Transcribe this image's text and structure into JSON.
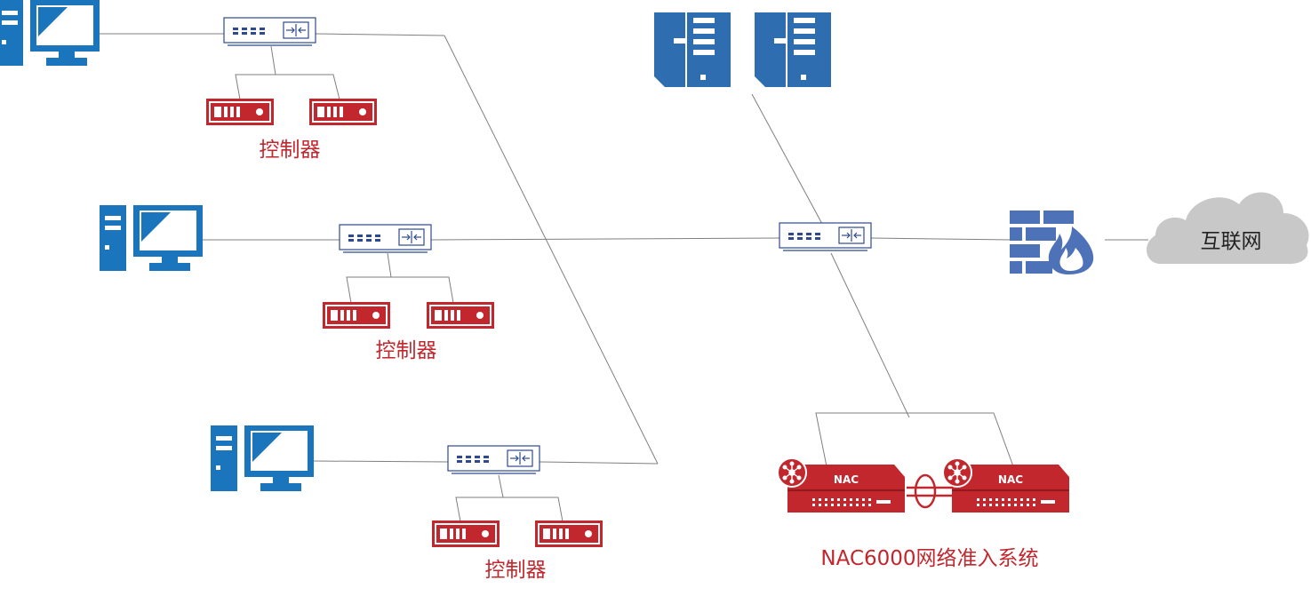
{
  "labels": {
    "controller": "控制器",
    "internet": "互联网",
    "nac_badge": "NAC",
    "nac_system": "NAC6000网络准入系统"
  },
  "colors": {
    "pc_blue": "#1B75BC",
    "server_blue": "#2E6DB0",
    "controller_red": "#C1272D",
    "nac_red": "#C1272D",
    "switch_stroke": "#2E4A8C",
    "firewall_blue": "#4E72B8",
    "cloud_gray": "#C8C8C8",
    "line_gray": "#7F7F7F",
    "label_red": "#C1272D",
    "label_black": "#222222"
  },
  "icons": [
    "pc-icon",
    "switch-icon",
    "controller-icon",
    "server-icon",
    "firewall-icon",
    "cloud-icon",
    "nac-appliance-icon",
    "link-aggregation-icon"
  ]
}
